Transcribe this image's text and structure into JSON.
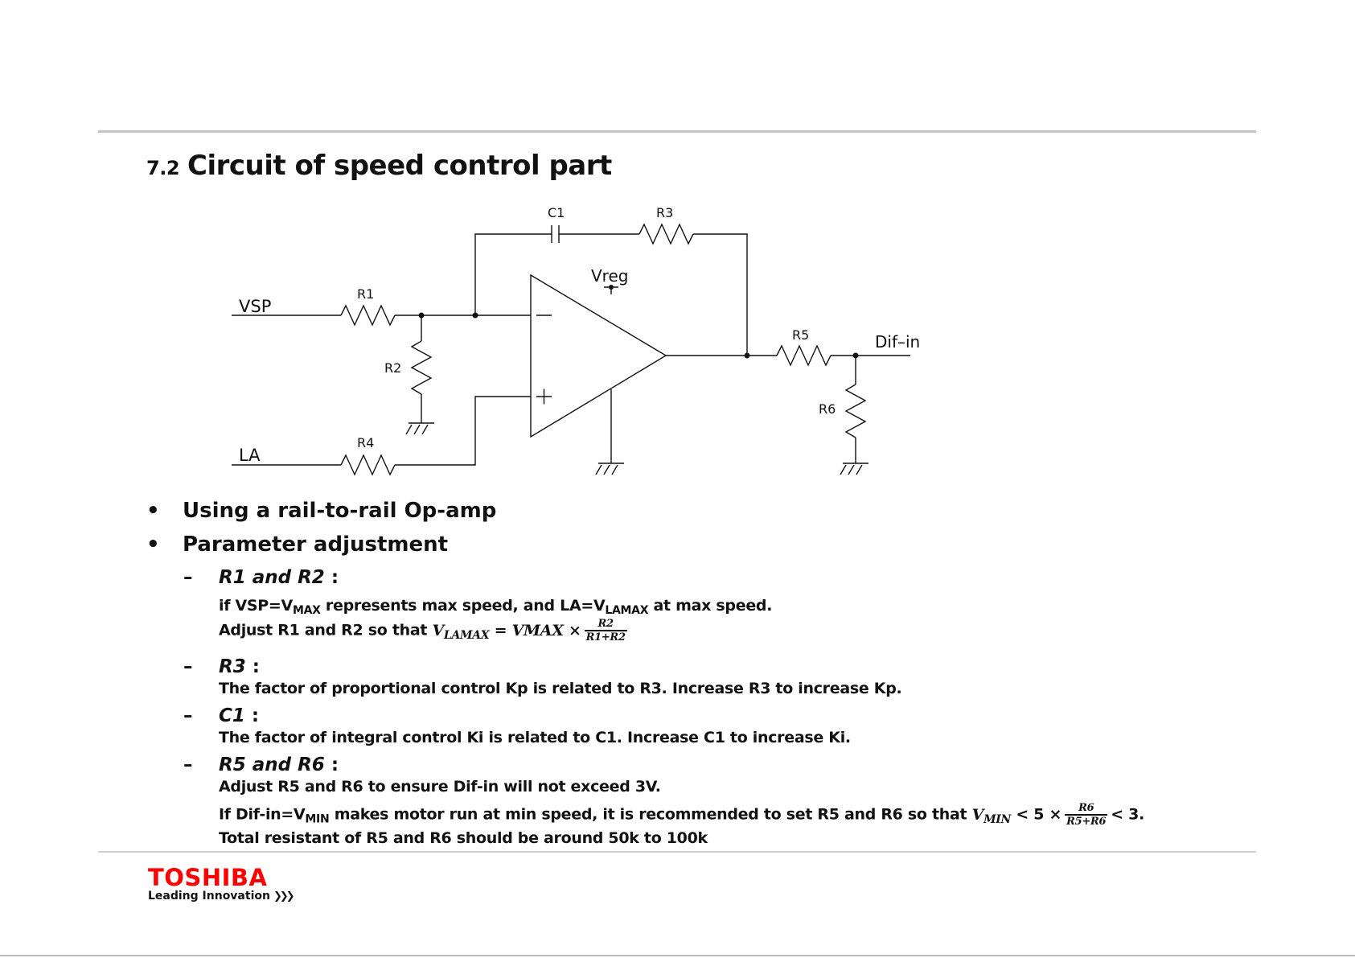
{
  "slide": {
    "section_number": "7.2",
    "title": "Circuit of speed control part"
  },
  "circuit": {
    "labels": {
      "vsp": "VSP",
      "la": "LA",
      "r1": "R1",
      "r2": "R2",
      "r3": "R3",
      "r4": "R4",
      "r5": "R5",
      "r6": "R6",
      "c1": "C1",
      "vreg": "Vreg",
      "dif_in": "Dif–in",
      "minus": "−",
      "plus": "+"
    }
  },
  "bullets": [
    {
      "symbol": "•",
      "text": "Using a rail-to-rail Op-amp"
    },
    {
      "symbol": "•",
      "text": "Parameter adjustment"
    }
  ],
  "params": {
    "dash": "–",
    "r1r2": {
      "heading": "R1 and R2",
      "colon": ":",
      "line1_a": "if VSP=V",
      "line1_sub1": "MAX",
      "line1_b": " represents max speed, and LA=V",
      "line1_sub2": "LAMAX",
      "line1_c": " at max speed.",
      "line2_text": "Adjust R1 and R2 so that ",
      "line2_lhs": "V",
      "line2_lhs_sub": "LAMAX",
      "line2_eq": " = VMAX ×",
      "line2_num": "R2",
      "line2_den": "R1+R2"
    },
    "r3": {
      "heading": "R3",
      "colon": ":",
      "line1": "The factor of proportional control Kp is related to R3. Increase R3 to increase Kp."
    },
    "c1": {
      "heading": "C1",
      "colon": ":",
      "line1": "The factor of integral control Ki is related to C1. Increase C1 to increase Ki."
    },
    "r5r6": {
      "heading": "R5 and R6",
      "colon": ":",
      "line1": "Adjust R5 and R6 to ensure Dif-in will not exceed 3V.",
      "line2_a": "If Dif-in=V",
      "line2_sub": "MIN",
      "line2_b": " makes motor run at min speed, it is recommended to set R5 and R6 so that ",
      "line2_lhs": "V",
      "line2_lhs_sub": "MIN",
      "line2_mid": " < 5 ×",
      "line2_num": "R6",
      "line2_den": "R5+R6",
      "line2_end": "< 3.",
      "line3": "Total resistant of R5 and R6 should be around 50k to 100k"
    }
  },
  "footer": {
    "brand": "TOSHIBA",
    "tagline": "Leading Innovation",
    "chevrons": "❯❯❯"
  },
  "colors": {
    "brand_red": "#ff0000",
    "rule_gray": "#c4c4c4",
    "text": "#111111"
  }
}
